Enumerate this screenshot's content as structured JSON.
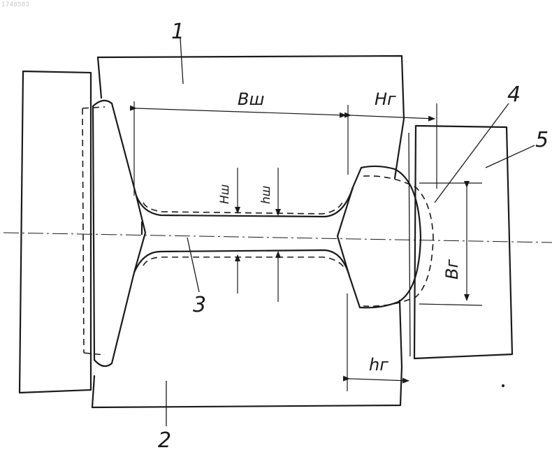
{
  "watermark": "1748583",
  "labels": {
    "roll_top": "1",
    "roll_bottom": "2",
    "web": "3",
    "flange": "4",
    "side_roll": "5"
  },
  "dimensions": {
    "web_width": "Bш",
    "flange_height_top": "Hг",
    "flange_height_bottom": "hг",
    "flange_width": "Bг",
    "web_thickness_before": "Hш",
    "web_thickness_after": "hш"
  }
}
